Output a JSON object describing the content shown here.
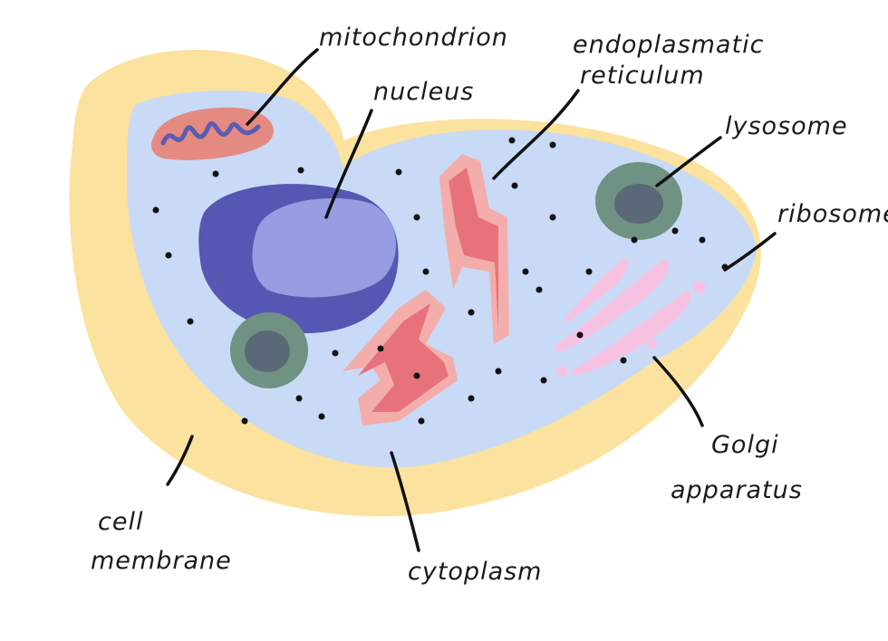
{
  "labels": {
    "mitochondrion": "mitochondrion",
    "nucleus": "nucleus",
    "er_line1": "endoplasmatic",
    "er_line2": "reticulum",
    "lysosome": "lysosome",
    "ribosome": "ribosome",
    "golgi_line1": "Golgi",
    "golgi_line2": "apparatus",
    "cytoplasm": "cytoplasm",
    "membrane_line1": "cell",
    "membrane_line2": "membrane"
  },
  "colors": {
    "membrane": "#fbe29e",
    "cytoplasm": "#c8daf6",
    "nucleus": "#5557b2",
    "nucleolus": "#989ce0",
    "mitochondrion": "#e48a80",
    "cristae": "#5a5cb4",
    "er_outer": "#f3aeac",
    "er_inner": "#e8727c",
    "lysosome_outer": "#6f9282",
    "lysosome_inner": "#5b6878",
    "golgi": "#f7c2e2",
    "ribosome": "#111111"
  }
}
